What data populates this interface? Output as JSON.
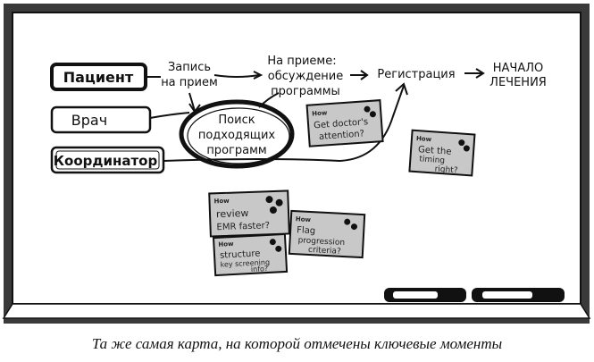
{
  "roles": {
    "patient": "Пациент",
    "doctor": "Врач",
    "coordinator": "Координатор"
  },
  "steps": {
    "signup_line1": "Запись",
    "signup_line2": "на прием",
    "visit_line1": "На приеме:",
    "visit_line2": "обсуждение",
    "visit_line3": "программы",
    "registration": "Регистрация",
    "start_line1": "НАЧАЛО",
    "start_line2": "ЛЕЧЕНИЯ",
    "search_line1": "Поиск",
    "search_line2": "подходящих",
    "search_line3": "программ"
  },
  "notes": {
    "doctor_attention": {
      "tag": "How",
      "line1": "Get doctor's",
      "line2": "attention?"
    },
    "timing": {
      "tag": "How",
      "line1": "Get the",
      "line2": "timing",
      "line3": "right?"
    },
    "review": {
      "tag": "How",
      "line1": "review",
      "line2": "EMR faster?"
    },
    "flag": {
      "tag": "How",
      "line1": "Flag",
      "line2": "progression",
      "line3": "criteria?"
    },
    "structure": {
      "tag": "How",
      "line1": "structure",
      "line2": "key screening",
      "line3": "info?"
    }
  },
  "caption": "Та же самая карта, на которой отмечены ключевые моменты",
  "colors": {
    "ink": "#111111",
    "note_fill": "#c8c8c8",
    "board": "#ffffff",
    "frame": "#2a2a2a"
  }
}
